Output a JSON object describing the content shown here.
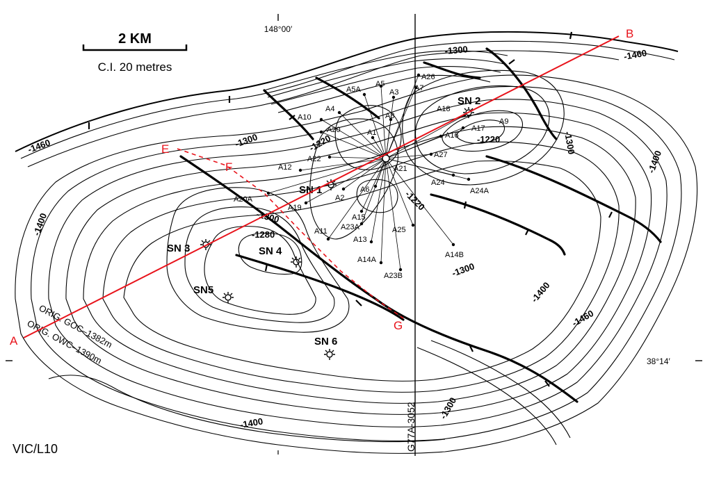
{
  "scale": {
    "distance_label": "2 KM",
    "contour_interval": "C.I. 20 metres"
  },
  "coordinates": {
    "longitude": "148°00′",
    "latitude": "38°14′"
  },
  "license": "VIC/L10",
  "seismic_line": "G77A-3052",
  "contact_labels": {
    "goc": "ORIG. GOC–1382m",
    "owc": "ORIG. OWC–1390m"
  },
  "section_points": [
    "A",
    "B",
    "E",
    "F",
    "G"
  ],
  "contour_values": [
    "-1460",
    "-1460",
    "-1460",
    "-1400",
    "-1400",
    "-1400",
    "-1400",
    "-1300",
    "-1300",
    "-1300",
    "-1300",
    "-1300",
    "-1300",
    "-1280",
    "-1220",
    "-1220",
    "-1220"
  ],
  "wells": [
    "A5A",
    "A5",
    "A3",
    "A26",
    "A7",
    "A4",
    "A10",
    "A8",
    "A20",
    "A1",
    "A18",
    "A16",
    "A17",
    "A9",
    "A22",
    "A12",
    "A27",
    "A21",
    "A24",
    "A24A",
    "A20A",
    "A6",
    "A2",
    "A19",
    "A15",
    "A23A",
    "A11",
    "A13",
    "A25",
    "A14B",
    "A14A",
    "A23B"
  ],
  "sites": [
    "SN 1",
    "SN 2",
    "SN 3",
    "SN 4",
    "SN5",
    "SN 6"
  ],
  "colors": {
    "section_line": "#e8131b",
    "linework": "#000000",
    "background": "#ffffff"
  }
}
